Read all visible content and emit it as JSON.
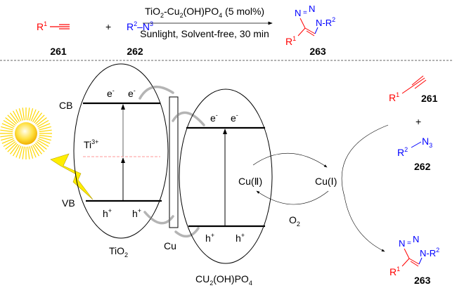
{
  "colors": {
    "r1": "#ff0000",
    "r2": "#0000ff",
    "sun": "#ffd700",
    "bolt": "#ffee00",
    "ti3_level": "#ff9999"
  },
  "reaction": {
    "reactant1": {
      "r": "R",
      "sup": "1",
      "label": "261"
    },
    "plus": "+",
    "reactant2": {
      "r": "R",
      "sup": "2",
      "dash": "–N",
      "n_sup": "3",
      "label": "262"
    },
    "conditions_above": {
      "a": "TiO",
      "a_sub": "2",
      "b": "-Cu",
      "b_sub": "2",
      "c": "(OH)PO",
      "c_sub": "4",
      "d": " (5 mol%)"
    },
    "conditions_below": "Sunlight, Solvent-free, 30 min",
    "product": {
      "n1": "N",
      "eq": "=",
      "n2": "N",
      "n3": "N-R",
      "n3_sup": "2",
      "r1": "R",
      "r1_sup": "1",
      "label": "263"
    }
  },
  "mechanism": {
    "tio2": {
      "name": "TiO",
      "sub": "2",
      "cb": "CB",
      "vb": "VB",
      "ti": "Ti",
      "ti_sup": "3+",
      "e": "e",
      "e_sup": "-",
      "h": "h",
      "h_sup": "+"
    },
    "cu": "Cu",
    "cu2ohpo4": {
      "a": "CU",
      "a_sub": "2",
      "b": "(OH)PO",
      "b_sub": "4"
    },
    "cu2": "Cu(Ⅱ)",
    "cu1": "Cu(Ⅰ)",
    "o2": {
      "o": "O",
      "sub": "2"
    },
    "cycle": {
      "r1": "R",
      "r1_sup": "1",
      "label1": "261",
      "plus": "+",
      "r2": "R",
      "r2_sup": "2",
      "n3": "N",
      "n3_sub": "3",
      "label2": "262",
      "label3": "263"
    }
  }
}
